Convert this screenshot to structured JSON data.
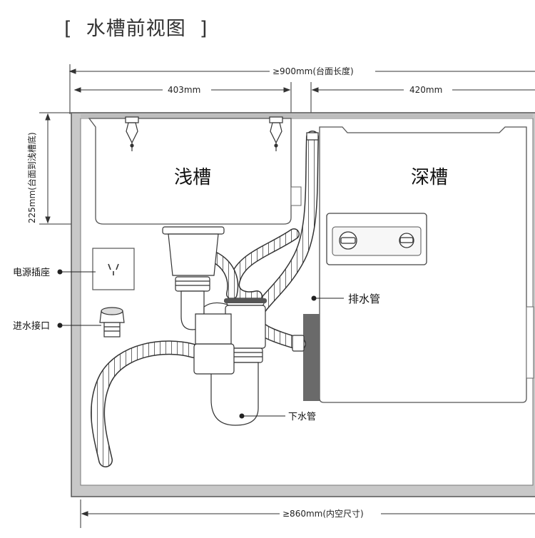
{
  "title": "[  水槽前视图  ]",
  "dimensions": {
    "overall_length": "≥900mm(台面长度)",
    "shallow_width": "403mm",
    "deep_width": "420mm",
    "shallow_depth": "225mm(台面到浅槽底)",
    "inner_width": "≥860mm(内空尺寸)"
  },
  "basins": {
    "shallow": "浅槽",
    "deep": "深槽"
  },
  "callouts": {
    "power_socket": "电源插座",
    "water_inlet": "进水接口",
    "drain_pipe": "排水管",
    "down_pipe": "下水管"
  }
}
